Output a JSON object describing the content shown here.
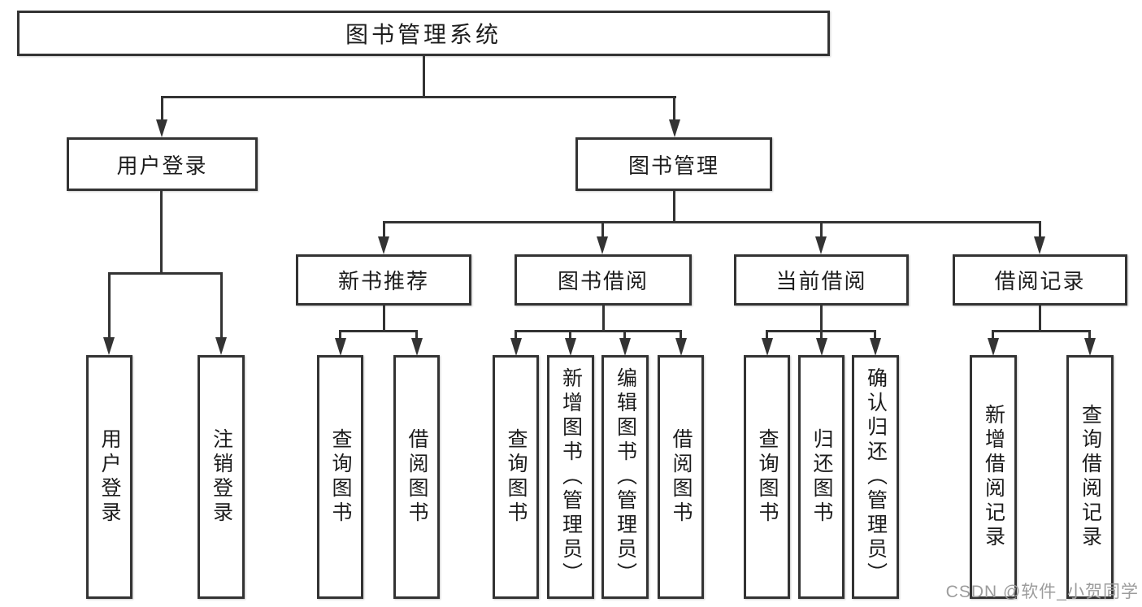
{
  "tree": {
    "root": {
      "label": "图书管理系统",
      "children": [
        {
          "label": "用户登录",
          "children": [
            {
              "label": "用户登录"
            },
            {
              "label": "注销登录"
            }
          ]
        },
        {
          "label": "图书管理",
          "children": [
            {
              "label": "新书推荐",
              "children": [
                {
                  "label": "查询图书"
                },
                {
                  "label": "借阅图书"
                }
              ]
            },
            {
              "label": "图书借阅",
              "children": [
                {
                  "label": "查询图书"
                },
                {
                  "label": "新增图书（管理员）"
                },
                {
                  "label": "编辑图书（管理员）"
                },
                {
                  "label": "借阅图书"
                }
              ]
            },
            {
              "label": "当前借阅",
              "children": [
                {
                  "label": "查询图书"
                },
                {
                  "label": "归还图书"
                },
                {
                  "label": "确认归还（管理员）"
                }
              ]
            },
            {
              "label": "借阅记录",
              "children": [
                {
                  "label": "新增借阅记录"
                },
                {
                  "label": "查询借阅记录"
                }
              ]
            }
          ]
        }
      ]
    }
  },
  "watermark": {
    "text": "CSDN @软件_小贺同学"
  },
  "colors": {
    "line": "#333333",
    "box_border": "#333333",
    "text": "#1c1c1c",
    "watermark": "#9c9c9c",
    "background": "#ffffff"
  }
}
